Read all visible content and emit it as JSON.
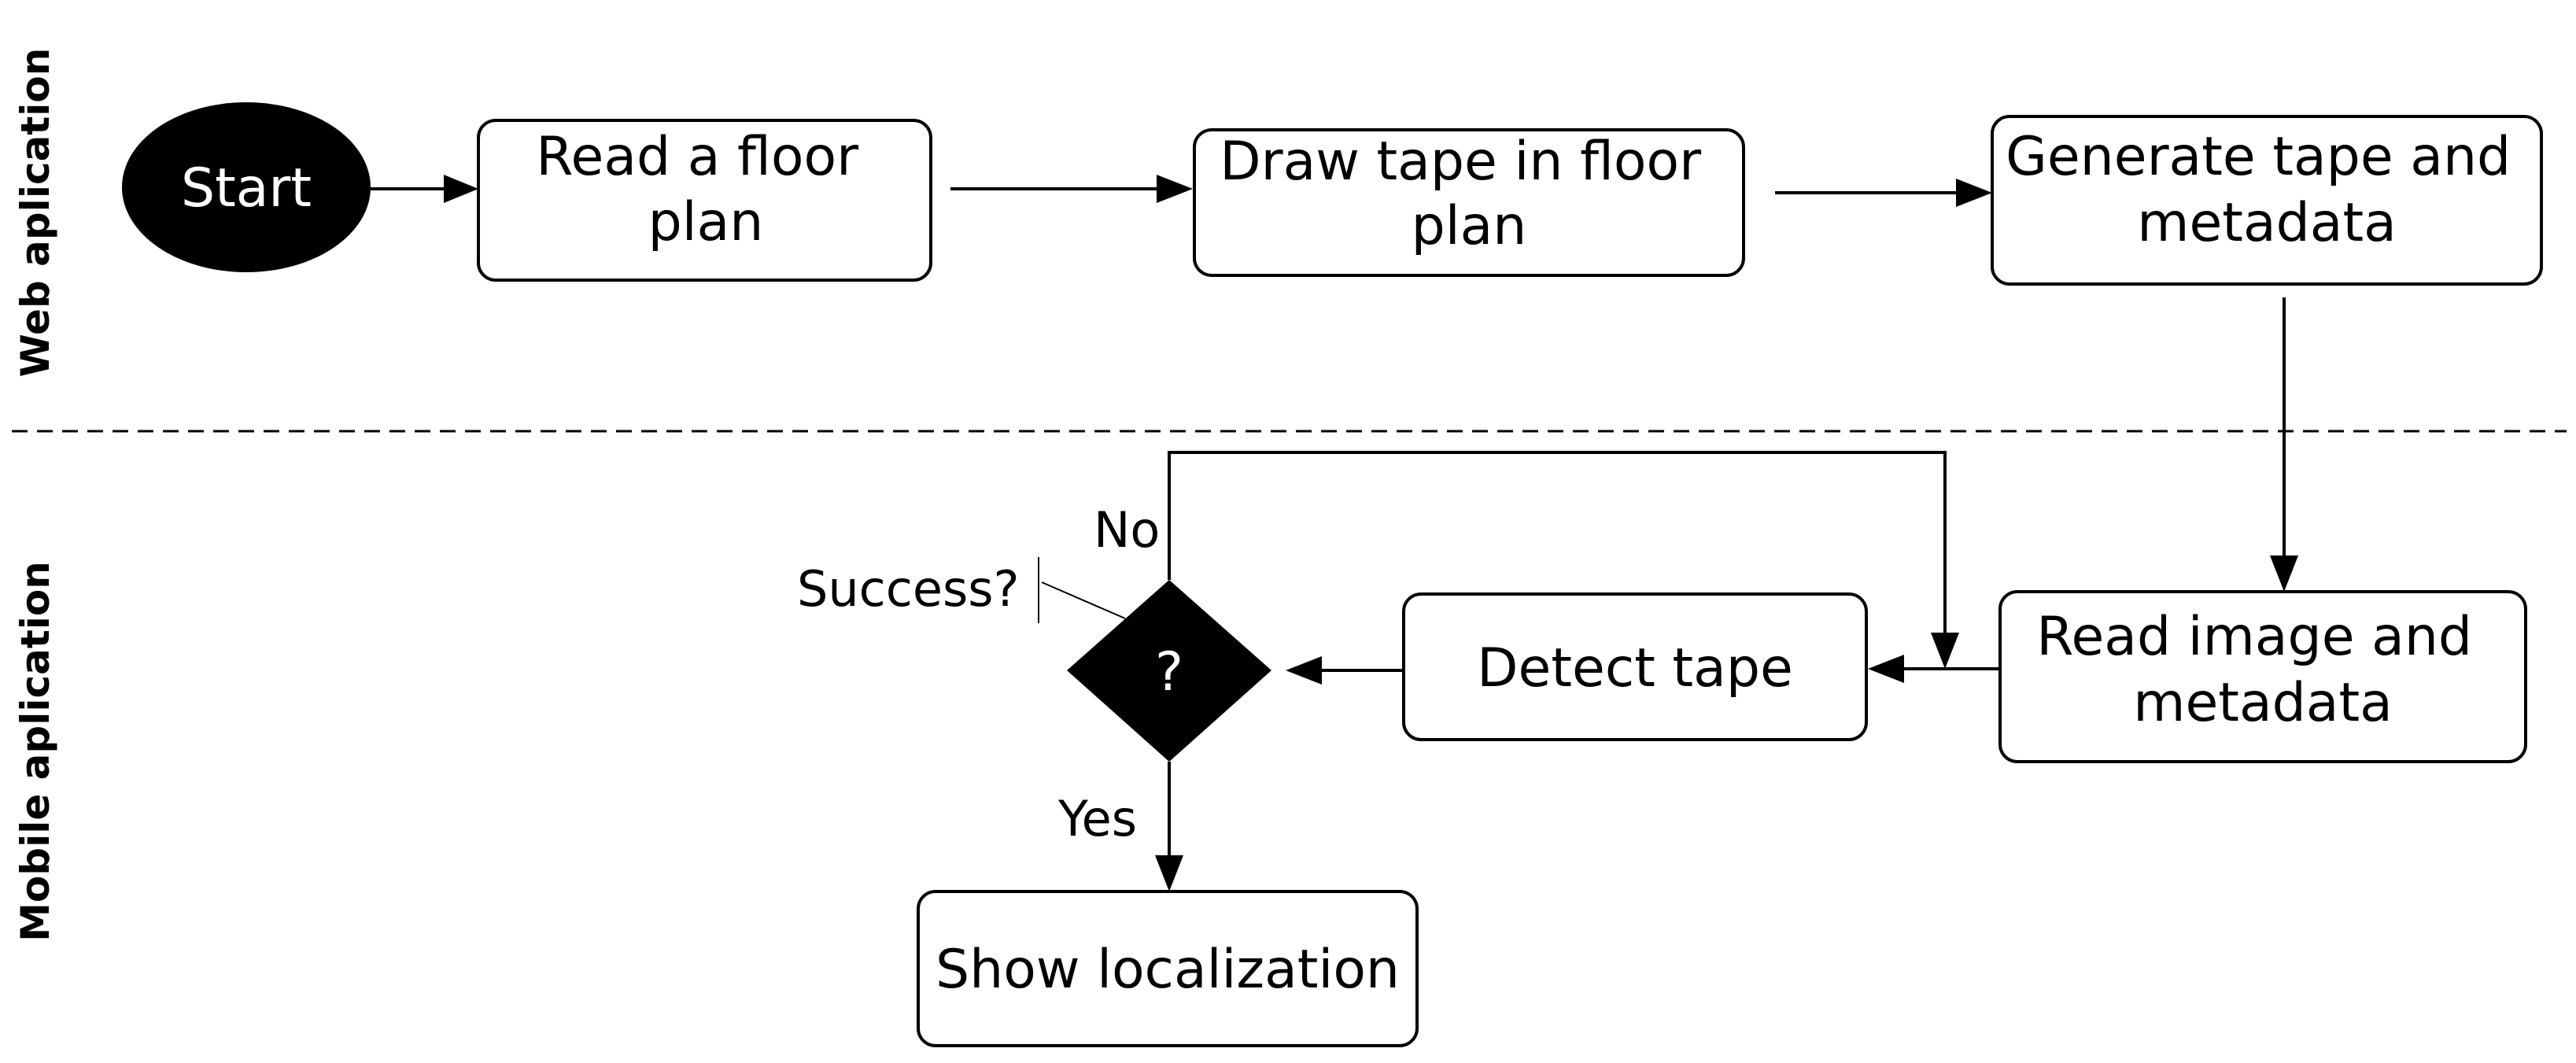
{
  "lanes": {
    "web": "Web aplication",
    "mobile": "Mobile aplication"
  },
  "nodes": {
    "start": "Start",
    "read_floor_plan": [
      "Read a floor",
      "plan"
    ],
    "draw_tape": [
      "Draw tape in floor",
      "plan"
    ],
    "generate_tape": [
      "Generate tape and",
      "metadata"
    ],
    "read_image": [
      "Read  image and",
      "metadata"
    ],
    "detect_tape": "Detect tape",
    "decision": "?",
    "show_localization": "Show localization"
  },
  "labels": {
    "decision_annotation": "Success?",
    "no": "No",
    "yes": "Yes"
  }
}
